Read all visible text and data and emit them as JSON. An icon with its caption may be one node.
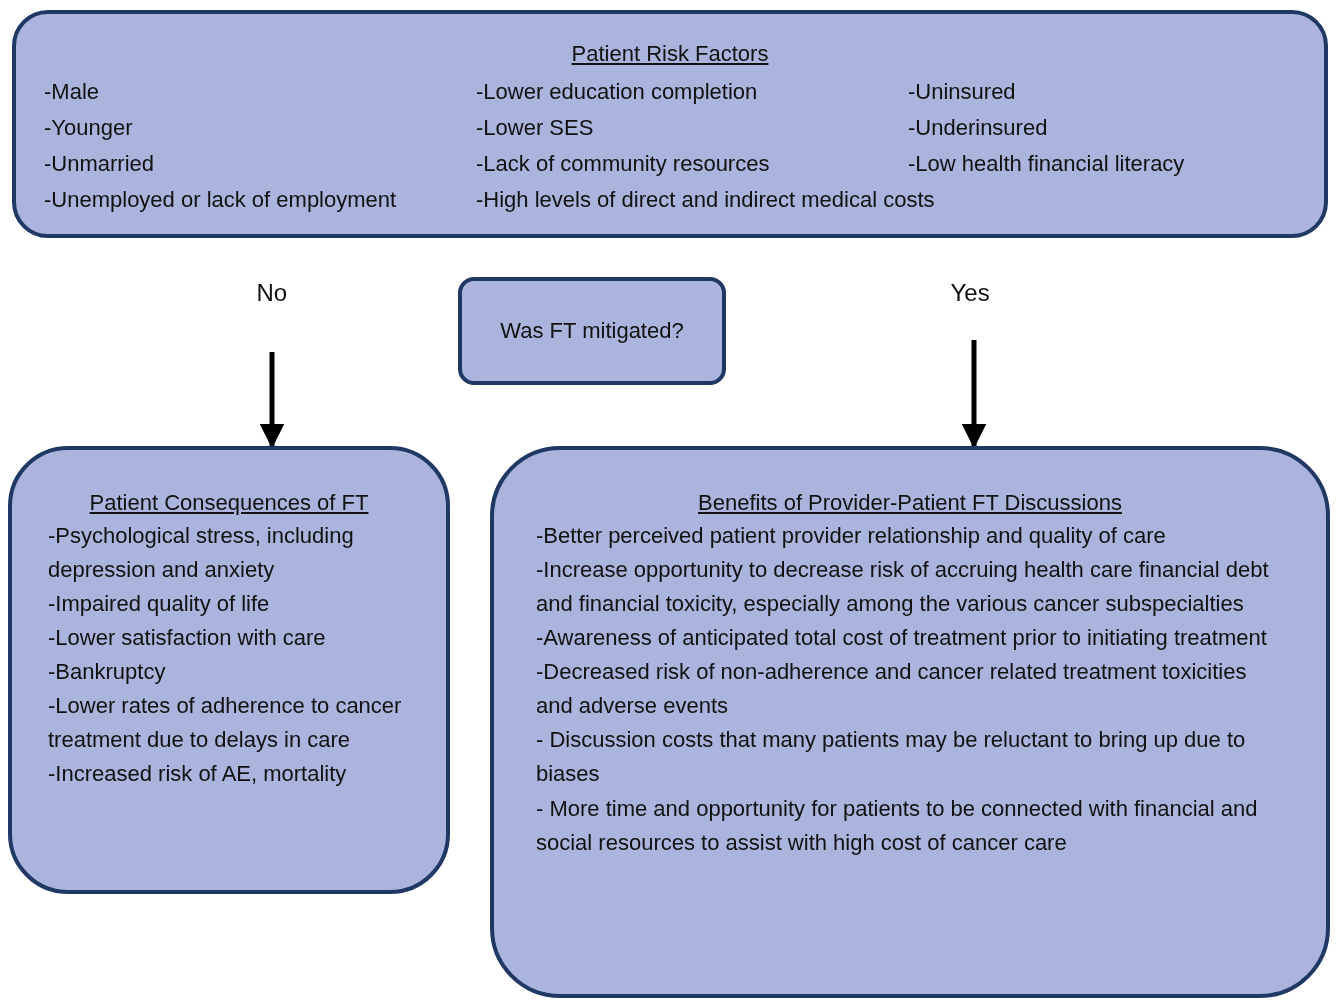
{
  "diagram": {
    "nodes": [
      {
        "text": [
          "Patient Risk Factors",
          "-Male",
          "-Younger",
          "-Unmarried",
          "-Unemployed or lack of employment",
          "-Lower education completion",
          "-Lower SES",
          "-Lack of community resources",
          "-High levels of direct and indirect medical costs",
          "-Uninsured",
          "-Underinsured",
          "-Low health financial literacy"
        ]
      },
      {
        "text": [
          "Was FT mitigated?"
        ]
      },
      {
        "text": [
          "Patient Consequences of FT",
          "-Psychological stress, including depression and anxiety",
          "-Impaired quality of life",
          "-Lower satisfaction with care",
          "-Bankruptcy",
          "-Lower rates of adherence to cancer treatment due to delays in care",
          "-Increased risk of AE, mortality"
        ]
      },
      {
        "text": [
          "Benefits of Provider-Patient FT Discussions",
          "-Better perceived patient provider relationship and quality of care",
          "-Increase opportunity to decrease risk of accruing health care financial debt and financial toxicity, especially among the various cancer subspecialties",
          "-Awareness of anticipated total cost of treatment prior to initiating treatment",
          "-Decreased risk of non-adherence and cancer related treatment toxicities and adverse events",
          "- Discussion costs that many patients may be reluctant to bring up due to biases",
          "- More time and opportunity for patients to be connected with financial and social resources to assist with high cost of cancer care"
        ]
      }
    ],
    "edges": [
      {
        "from": null,
        "to": 2,
        "arrow": "to",
        "label": "No"
      },
      {
        "from": null,
        "to": 3,
        "arrow": "to",
        "label": "Yes"
      }
    ]
  }
}
